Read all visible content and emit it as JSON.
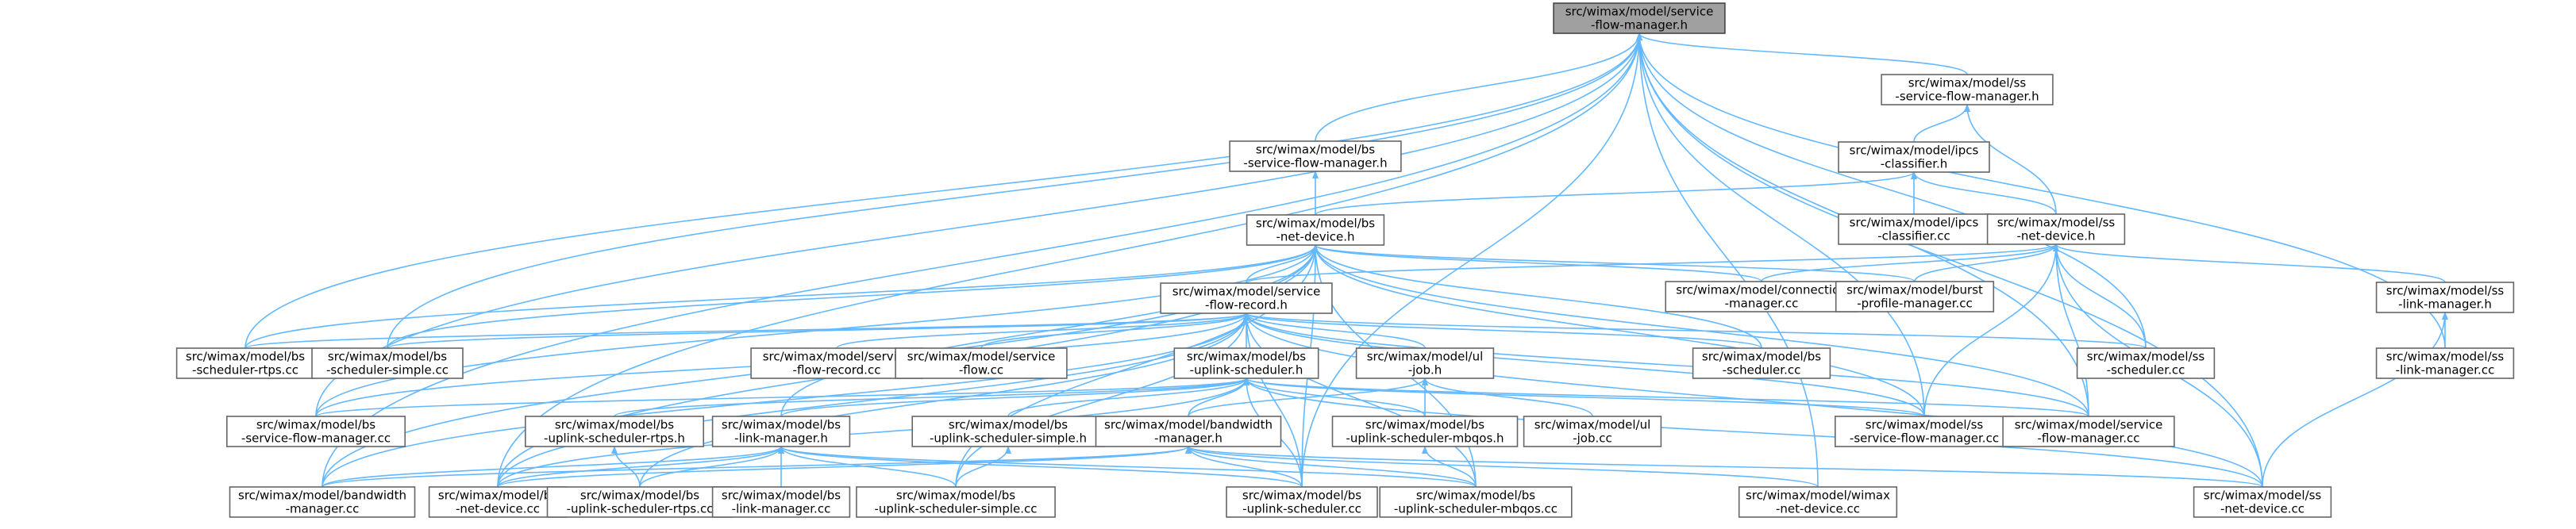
{
  "colors": {
    "edge": "#63b8ff",
    "root_fill": "#a0a0a0",
    "node_fill": "#ffffff",
    "node_border": "#666666"
  },
  "nodes": [
    {
      "id": "sfm_h",
      "lines": [
        "src/wimax/model/service",
        "-flow-manager.h"
      ],
      "root": true
    },
    {
      "id": "ss_sfm_h",
      "lines": [
        "src/wimax/model/ss",
        "-service-flow-manager.h"
      ]
    },
    {
      "id": "bs_sfm_h",
      "lines": [
        "src/wimax/model/bs",
        "-service-flow-manager.h"
      ]
    },
    {
      "id": "ipcs_h",
      "lines": [
        "src/wimax/model/ipcs",
        "-classifier.h"
      ]
    },
    {
      "id": "bs_nd_h",
      "lines": [
        "src/wimax/model/bs",
        "-net-device.h"
      ]
    },
    {
      "id": "ipcs_cc",
      "lines": [
        "src/wimax/model/ipcs",
        "-classifier.cc"
      ]
    },
    {
      "id": "ss_nd_h",
      "lines": [
        "src/wimax/model/ss",
        "-net-device.h"
      ]
    },
    {
      "id": "sfr_h",
      "lines": [
        "src/wimax/model/service",
        "-flow-record.h"
      ]
    },
    {
      "id": "conn_cc",
      "lines": [
        "src/wimax/model/connection",
        "-manager.cc"
      ]
    },
    {
      "id": "burst_cc",
      "lines": [
        "src/wimax/model/burst",
        "-profile-manager.cc"
      ]
    },
    {
      "id": "ss_lm_h",
      "lines": [
        "src/wimax/model/ss",
        "-link-manager.h"
      ]
    },
    {
      "id": "bs_srtps_cc",
      "lines": [
        "src/wimax/model/bs",
        "-scheduler-rtps.cc"
      ]
    },
    {
      "id": "bs_ssimple_cc",
      "lines": [
        "src/wimax/model/bs",
        "-scheduler-simple.cc"
      ]
    },
    {
      "id": "sfr_cc",
      "lines": [
        "src/wimax/model/service",
        "-flow-record.cc"
      ]
    },
    {
      "id": "sf_cc",
      "lines": [
        "src/wimax/model/service",
        "-flow.cc"
      ]
    },
    {
      "id": "bs_us_h",
      "lines": [
        "src/wimax/model/bs",
        "-uplink-scheduler.h"
      ]
    },
    {
      "id": "ul_job_h",
      "lines": [
        "src/wimax/model/ul",
        "-job.h"
      ]
    },
    {
      "id": "bs_sched_cc",
      "lines": [
        "src/wimax/model/bs",
        "-scheduler.cc"
      ]
    },
    {
      "id": "ss_sched_cc",
      "lines": [
        "src/wimax/model/ss",
        "-scheduler.cc"
      ]
    },
    {
      "id": "ss_lm_cc",
      "lines": [
        "src/wimax/model/ss",
        "-link-manager.cc"
      ]
    },
    {
      "id": "bs_sfm_cc",
      "lines": [
        "src/wimax/model/bs",
        "-service-flow-manager.cc"
      ]
    },
    {
      "id": "bs_usrtps_h",
      "lines": [
        "src/wimax/model/bs",
        "-uplink-scheduler-rtps.h"
      ]
    },
    {
      "id": "bs_lm_h",
      "lines": [
        "src/wimax/model/bs",
        "-link-manager.h"
      ]
    },
    {
      "id": "bs_ussimple_h",
      "lines": [
        "src/wimax/model/bs",
        "-uplink-scheduler-simple.h"
      ]
    },
    {
      "id": "bs_usmbqos_h",
      "lines": [
        "src/wimax/model/bs",
        "-uplink-scheduler-mbqos.h"
      ]
    },
    {
      "id": "ul_job_cc",
      "lines": [
        "src/wimax/model/ul",
        "-job.cc"
      ]
    },
    {
      "id": "ss_sfm_cc",
      "lines": [
        "src/wimax/model/ss",
        "-service-flow-manager.cc"
      ]
    },
    {
      "id": "sfm_cc",
      "lines": [
        "src/wimax/model/service",
        "-flow-manager.cc"
      ]
    },
    {
      "id": "bw_h",
      "lines": [
        "src/wimax/model/bandwidth",
        "-manager.h"
      ]
    },
    {
      "id": "bw_cc",
      "lines": [
        "src/wimax/model/bandwidth",
        "-manager.cc"
      ]
    },
    {
      "id": "bs_nd_cc",
      "lines": [
        "src/wimax/model/bs",
        "-net-device.cc"
      ]
    },
    {
      "id": "bs_usrtps_cc",
      "lines": [
        "src/wimax/model/bs",
        "-uplink-scheduler-rtps.cc"
      ]
    },
    {
      "id": "bs_lm_cc",
      "lines": [
        "src/wimax/model/bs",
        "-link-manager.cc"
      ]
    },
    {
      "id": "bs_ussimple_cc",
      "lines": [
        "src/wimax/model/bs",
        "-uplink-scheduler-simple.cc"
      ]
    },
    {
      "id": "bs_us_cc",
      "lines": [
        "src/wimax/model/bs",
        "-uplink-scheduler.cc"
      ]
    },
    {
      "id": "bs_usmbqos_cc",
      "lines": [
        "src/wimax/model/bs",
        "-uplink-scheduler-mbqos.cc"
      ]
    },
    {
      "id": "wimax_nd_cc",
      "lines": [
        "src/wimax/model/wimax",
        "-net-device.cc"
      ]
    },
    {
      "id": "ss_nd_cc",
      "lines": [
        "src/wimax/model/ss",
        "-net-device.cc"
      ]
    }
  ],
  "edges": [
    [
      "ss_sfm_h",
      "sfm_h"
    ],
    [
      "bs_sfm_h",
      "sfm_h"
    ],
    [
      "bs_srtps_cc",
      "sfm_h"
    ],
    [
      "bs_ssimple_cc",
      "sfm_h"
    ],
    [
      "bs_sfm_cc",
      "sfm_h"
    ],
    [
      "bs_nd_cc",
      "sfm_h"
    ],
    [
      "bw_cc",
      "sfm_h"
    ],
    [
      "ss_sfm_cc",
      "sfm_h"
    ],
    [
      "sfm_cc",
      "sfm_h"
    ],
    [
      "ss_sched_cc",
      "sfm_h"
    ],
    [
      "ss_lm_cc",
      "sfm_h"
    ],
    [
      "ss_nd_cc",
      "sfm_h"
    ],
    [
      "wimax_nd_cc",
      "sfm_h"
    ],
    [
      "bs_us_cc",
      "sfm_h"
    ],
    [
      "ipcs_h",
      "ss_sfm_h"
    ],
    [
      "ss_nd_h",
      "ss_sfm_h"
    ],
    [
      "bs_nd_h",
      "bs_sfm_h"
    ],
    [
      "bs_nd_h",
      "ipcs_h"
    ],
    [
      "ipcs_cc",
      "ipcs_h"
    ],
    [
      "ss_nd_h",
      "ipcs_h"
    ],
    [
      "sfr_h",
      "bs_nd_h"
    ],
    [
      "conn_cc",
      "bs_nd_h"
    ],
    [
      "burst_cc",
      "bs_nd_h"
    ],
    [
      "bs_srtps_cc",
      "bs_nd_h"
    ],
    [
      "bs_ssimple_cc",
      "bs_nd_h"
    ],
    [
      "bs_sched_cc",
      "bs_nd_h"
    ],
    [
      "ss_sfm_cc",
      "bs_nd_h"
    ],
    [
      "sfm_cc",
      "bs_nd_h"
    ],
    [
      "bs_sfm_cc",
      "bs_nd_h"
    ],
    [
      "bs_lm_h",
      "bs_nd_h"
    ],
    [
      "bw_cc",
      "bs_nd_h"
    ],
    [
      "bs_nd_cc",
      "bs_nd_h"
    ],
    [
      "bs_us_cc",
      "bs_nd_h"
    ],
    [
      "bs_usmbqos_cc",
      "bs_nd_h"
    ],
    [
      "bs_ussimple_cc",
      "bs_nd_h"
    ],
    [
      "sfr_h",
      "ss_nd_h"
    ],
    [
      "conn_cc",
      "ss_nd_h"
    ],
    [
      "burst_cc",
      "ss_nd_h"
    ],
    [
      "ss_lm_h",
      "ss_nd_h"
    ],
    [
      "ss_sched_cc",
      "ss_nd_h"
    ],
    [
      "ss_sfm_cc",
      "ss_nd_h"
    ],
    [
      "sfm_cc",
      "ss_nd_h"
    ],
    [
      "ss_nd_cc",
      "ss_nd_h"
    ],
    [
      "bs_srtps_cc",
      "sfr_h"
    ],
    [
      "bs_ssimple_cc",
      "sfr_h"
    ],
    [
      "sfr_cc",
      "sfr_h"
    ],
    [
      "sf_cc",
      "sfr_h"
    ],
    [
      "bs_us_h",
      "sfr_h"
    ],
    [
      "ul_job_h",
      "sfr_h"
    ],
    [
      "bs_sched_cc",
      "sfr_h"
    ],
    [
      "ss_sched_cc",
      "sfr_h"
    ],
    [
      "bs_sfm_cc",
      "sfr_h"
    ],
    [
      "ss_sfm_cc",
      "sfr_h"
    ],
    [
      "sfm_cc",
      "sfr_h"
    ],
    [
      "bw_cc",
      "sfr_h"
    ],
    [
      "bs_nd_cc",
      "sfr_h"
    ],
    [
      "bs_usrtps_cc",
      "sfr_h"
    ],
    [
      "bs_ussimple_cc",
      "sfr_h"
    ],
    [
      "bs_us_cc",
      "sfr_h"
    ],
    [
      "bs_usmbqos_cc",
      "sfr_h"
    ],
    [
      "ss_nd_cc",
      "sfr_h"
    ],
    [
      "ss_lm_cc",
      "ss_lm_h"
    ],
    [
      "ss_nd_cc",
      "ss_lm_h"
    ],
    [
      "bs_sfm_cc",
      "bs_us_h"
    ],
    [
      "bs_usrtps_h",
      "bs_us_h"
    ],
    [
      "bs_lm_h",
      "bs_us_h"
    ],
    [
      "bs_ussimple_h",
      "bs_us_h"
    ],
    [
      "bs_usmbqos_h",
      "bs_us_h"
    ],
    [
      "bw_h",
      "bs_us_h"
    ],
    [
      "ss_sfm_cc",
      "bs_us_h"
    ],
    [
      "sfm_cc",
      "bs_us_h"
    ],
    [
      "bs_nd_cc",
      "bs_us_h"
    ],
    [
      "bs_us_cc",
      "bs_us_h"
    ],
    [
      "ss_nd_cc",
      "bs_us_h"
    ],
    [
      "bs_usmbqos_h",
      "ul_job_h"
    ],
    [
      "ul_job_cc",
      "ul_job_h"
    ],
    [
      "bw_h",
      "ul_job_h"
    ],
    [
      "bs_usrtps_cc",
      "bs_usrtps_h"
    ],
    [
      "bw_cc",
      "bs_lm_h"
    ],
    [
      "bs_nd_cc",
      "bs_lm_h"
    ],
    [
      "bs_usrtps_cc",
      "bs_lm_h"
    ],
    [
      "bs_lm_cc",
      "bs_lm_h"
    ],
    [
      "bs_ussimple_cc",
      "bs_lm_h"
    ],
    [
      "bs_us_cc",
      "bs_lm_h"
    ],
    [
      "bs_usmbqos_cc",
      "bs_lm_h"
    ],
    [
      "bs_ussimple_cc",
      "bs_ussimple_h"
    ],
    [
      "bs_usmbqos_cc",
      "bs_usmbqos_h"
    ],
    [
      "bw_cc",
      "bw_h"
    ],
    [
      "bs_nd_cc",
      "bw_h"
    ],
    [
      "bs_us_cc",
      "bw_h"
    ],
    [
      "bs_usmbqos_cc",
      "bw_h"
    ],
    [
      "wimax_nd_cc",
      "bw_h"
    ],
    [
      "ss_nd_cc",
      "bw_h"
    ]
  ]
}
